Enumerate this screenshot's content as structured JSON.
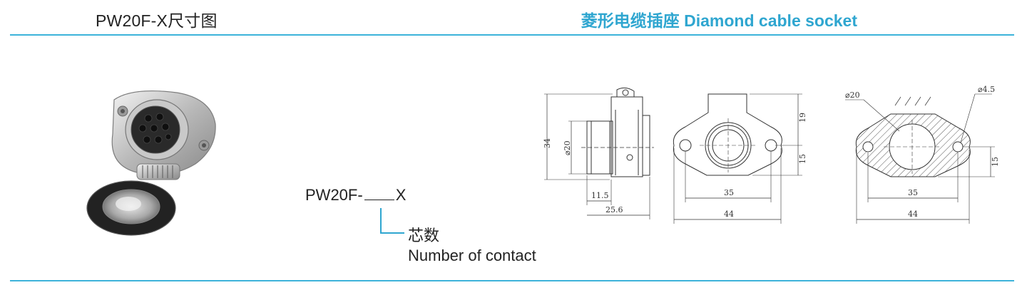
{
  "header": {
    "model_title": "PW20F-X尺寸图",
    "product_title": "菱形电缆插座 Diamond cable socket"
  },
  "ordering": {
    "code_prefix": "PW20F-",
    "code_suffix": "X",
    "contact_label_cn": "芯数",
    "contact_label_en": "Number of contact"
  },
  "dimensions": {
    "side_height": "34",
    "side_diameter": "⌀20",
    "side_short": "11.5",
    "side_length": "25.6",
    "front_upper": "19",
    "front_lower": "15",
    "front_hole_spacing": "35",
    "front_width": "44",
    "cutout_diameter": "⌀20",
    "cutout_hole": "⌀4.5",
    "cutout_lower": "15",
    "cutout_hole_spacing": "35",
    "cutout_width": "44"
  },
  "colors": {
    "accent": "#2fa6d0",
    "rule": "#3db3da"
  }
}
